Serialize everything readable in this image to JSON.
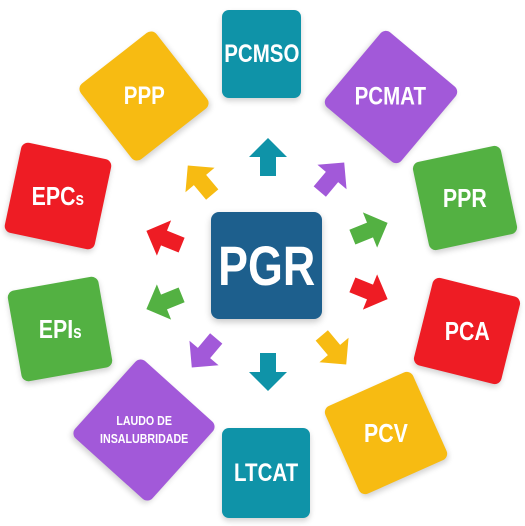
{
  "center": {
    "label": "PGR",
    "color": "#1d5f8d"
  },
  "tiles": [
    {
      "id": "pcmso",
      "label": "PCMSO",
      "color": "#0f93a8"
    },
    {
      "id": "pcmat",
      "label": "PCMAT",
      "color": "#a259d9"
    },
    {
      "id": "ppr",
      "label": "PPR",
      "color": "#53b142"
    },
    {
      "id": "pca",
      "label": "PCA",
      "color": "#ee1c24"
    },
    {
      "id": "pcv",
      "label": "PCV",
      "color": "#f7bb12"
    },
    {
      "id": "ltcat",
      "label": "LTCAT",
      "color": "#0f93a8"
    },
    {
      "id": "laudo",
      "label_line1": "LAUDO DE",
      "label_line2": "INSALUBRIDADE",
      "color": "#a259d9"
    },
    {
      "id": "epis",
      "label_main": "EPI",
      "label_suffix": "s",
      "color": "#53b142"
    },
    {
      "id": "epcs",
      "label_main": "EPC",
      "label_suffix": "s",
      "color": "#ee1c24"
    },
    {
      "id": "ppp",
      "label": "PPP",
      "color": "#f7bb12"
    }
  ],
  "arrows": [
    {
      "direction": "north",
      "color": "#0f93a8"
    },
    {
      "direction": "north-east",
      "color": "#a259d9"
    },
    {
      "direction": "east-north-east",
      "color": "#53b142"
    },
    {
      "direction": "east-south-east",
      "color": "#ee1c24"
    },
    {
      "direction": "south-east",
      "color": "#f7bb12"
    },
    {
      "direction": "south",
      "color": "#0f93a8"
    },
    {
      "direction": "south-west",
      "color": "#a259d9"
    },
    {
      "direction": "west-south-west",
      "color": "#53b142"
    },
    {
      "direction": "west-north-west",
      "color": "#ee1c24"
    },
    {
      "direction": "north-west",
      "color": "#f7bb12"
    }
  ]
}
